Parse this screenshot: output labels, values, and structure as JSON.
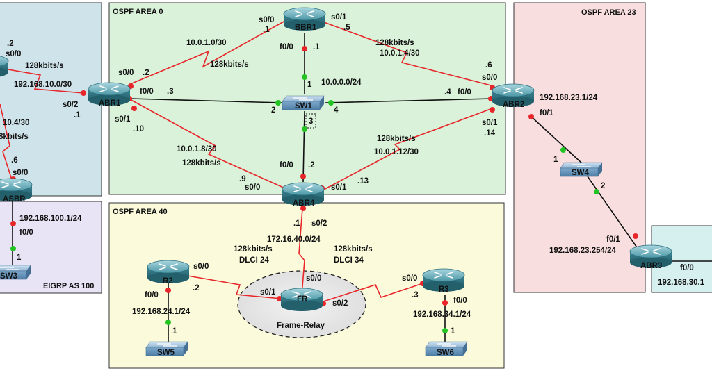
{
  "colors": {
    "area0": "#d9f2d9",
    "area23": "#f9dedf",
    "area40": "#fbfbdc",
    "left_area": "#cfe4ea",
    "eigrp": "#e8e4f6",
    "right_area": "#d6efef",
    "serial_link": "#e8262a",
    "ethernet_link": "#111111",
    "port_up": "#22c322",
    "port_serial": "#e8262a",
    "router": "#3f8c9a",
    "switch": "#5b8fb7",
    "frame_relay_cloud": "#e6e6e6"
  },
  "areas": {
    "area0": "OSPF AREA 0",
    "area23": "OSPF AREA 23",
    "area40": "OSPF AREA 40",
    "eigrp": "EIGRP AS 100"
  },
  "devices": {
    "bbr1": "BBR1",
    "abr1": "ABR1",
    "abr2": "ABR2",
    "abr4": "ABR4",
    "abr3": "ABR3",
    "asbr": "ASBR",
    "r2": "R2",
    "r3": "R3",
    "fr": "FR",
    "sw1": "SW1",
    "sw3": "SW3",
    "sw4": "SW4",
    "sw5": "SW5",
    "sw6": "SW6"
  },
  "cloud": {
    "label": "Frame-Relay"
  },
  "labels": {
    "bbr1_s00": "s0/0",
    "bbr1_s00_ip": ".1",
    "bbr1_s01": "s0/1",
    "bbr1_s01_ip": ".5",
    "bbr1_f00": "f0/0",
    "bbr1_f00_ip": ".1",
    "net_10_0_1_0": "10.0.1.0/30",
    "bw_abr1_bbr1": "128kbits/s",
    "bw_bbr1_abr2": "128kbits/s",
    "net_10_0_1_4": "10.0.1.4/30",
    "abr1_s00": "s0/0",
    "abr1_s00_ip": ".2",
    "abr1_f00": "f0/0",
    "abr1_f00_ip": ".3",
    "abr1_s02": "s0/2",
    "abr1_s02_ip": ".1",
    "abr1_s01": "s0/1",
    "abr1_s01_ip": ".10",
    "sw1_p1": "1",
    "sw1_p2": "2",
    "sw1_p3": "3",
    "sw1_p4": "4",
    "net_10_0_0_0": "10.0.0.0/24",
    "abr2_s00_ip": ".6",
    "abr2_s00": "s0/0",
    "abr2_f00_ip": ".4",
    "abr2_f00": "f0/0",
    "abr2_net": "192.168.23.1/24",
    "abr2_f01": "f0/1",
    "abr2_s01": "s0/1",
    "abr2_s01_ip": ".14",
    "bw_abr4_abr2": "128kbits/s",
    "net_10_0_1_12": "10.0.1.12/30",
    "net_10_0_1_8": "10.0.1.8/30",
    "bw_abr1_abr4": "128kbits/s",
    "abr4_f00": "f0/0",
    "abr4_f00_ip": ".2",
    "abr4_s00_ip": ".9",
    "abr4_s00": "s0/0",
    "abr4_s01": "s0/1",
    "abr4_s01_ip": ".13",
    "abr4_s02_ip": ".1",
    "abr4_s02": "s0/2",
    "net_172": "172.16.40.0/24",
    "bw_fr_left": "128kbits/s",
    "dlci24": "DLCI 24",
    "bw_fr_right": "128kbits/s",
    "dlci34": "DLCI 34",
    "fr_s00": "s0/0",
    "fr_s01": "s0/1",
    "fr_s02": "s0/2",
    "r2_s00": "s0/0",
    "r2_s00_ip": ".2",
    "r2_f00": "f0/0",
    "r2_net": "192.168.24.1/24",
    "sw5_p1": "1",
    "r3_s00": "s0/0",
    "r3_s00_ip": ".3",
    "r3_f00": "f0/0",
    "r3_net": "192.168.34.1/24",
    "sw6_p1": "1",
    "sw4_p1": "1",
    "sw4_p2": "2",
    "abr3_f01": "f0/1",
    "abr3_net": "192.168.23.254/24",
    "abr3_f00": "f0/0",
    "abr3_net2": "192.168.30.1",
    "left_ip2": ".2",
    "left_s00": "s0/0",
    "left_bw": "128kbits/s",
    "left_net": "192.168.10.0/30",
    "left_net2": "10.4/30",
    "left_bw2": "8kbits/s",
    "asbr_ip": ".6",
    "asbr_s00": "s0/0",
    "asbr_net": "192.168.100.1/24",
    "asbr_f00": "f0/0",
    "sw3_p1": "1"
  }
}
